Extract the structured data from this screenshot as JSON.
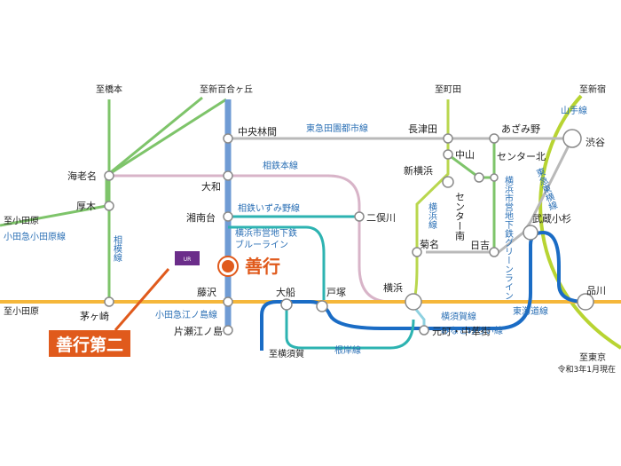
{
  "destinations": {
    "hashimoto": "至橋本",
    "shinyurigaoka": "至新百合ヶ丘",
    "machida": "至町田",
    "shinjuku": "至新宿",
    "odawara_top": "至小田原",
    "odawara_bottom": "至小田原",
    "yokosuka": "至横須賀",
    "tokyo": "至東京"
  },
  "stations": {
    "chuo_rinkan": "中央林間",
    "nagatsuta": "長津田",
    "azamino": "あざみ野",
    "shibuya": "渋谷",
    "ebina": "海老名",
    "yamato": "大和",
    "nakayama": "中山",
    "center_kita": "センター北",
    "shin_yokohama": "新横浜",
    "atsugi": "厚木",
    "shonandai": "湘南台",
    "futamatagawa": "二俣川",
    "center_minami": "センター南",
    "musashi_kosugi": "武蔵小杉",
    "kikuna": "菊名",
    "hiyoshi": "日吉",
    "fujisawa": "藤沢",
    "ofuna": "大船",
    "totsuka": "戸塚",
    "yokohama": "横浜",
    "shinagawa": "品川",
    "chigasaki": "茅ヶ崎",
    "katase_enoshima": "片瀬江ノ島",
    "motomachi": "元町・中華街"
  },
  "lines": {
    "denentoshi": "東急田園都市線",
    "sotetsu_main": "相鉄本線",
    "izumino": "相鉄いずみ野線",
    "blue_line_1": "横浜市営地下鉄",
    "blue_line_2": "ブルーライン",
    "odakyu_odawara": "小田急小田原線",
    "sagami": "相模線",
    "yamanote": "山手線",
    "toyoko": "東急東横線",
    "green_line": "横浜市営地下鉄グリーンライン",
    "yokohama_line": "横浜線",
    "yokosuka_line": "横須賀線",
    "minatomirai": "みなとみらい線",
    "tokaido": "東海道線",
    "negishi": "根岸線",
    "enoshima": "小田急江ノ島線"
  },
  "target": {
    "name": "善行",
    "callout": "善行第二",
    "ur_logo_text": "UR"
  },
  "note": "令和3年1月現在",
  "colors": {
    "accent": "#e05a1c",
    "blue_line": "#6f9bd4",
    "line_label": "#2a6fb5",
    "jr_orange": "#f5b73b",
    "green": "#7ec46a",
    "teal": "#2db3b1",
    "gray": "#b9b9b9",
    "yamanote": "#b8d432",
    "toyoko": "#d23a6e",
    "yokosuka_blue": "#1a6cc5"
  }
}
